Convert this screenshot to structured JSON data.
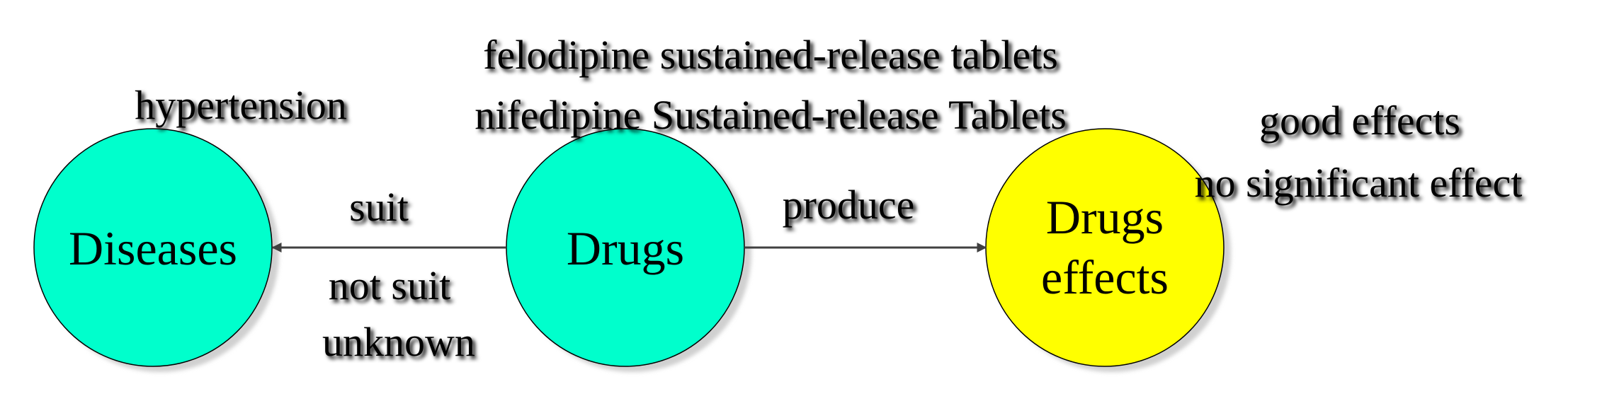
{
  "nodes": {
    "diseases": {
      "label": "Diseases",
      "color": "#00ffcc"
    },
    "drugs": {
      "label": "Drugs",
      "color": "#00ffcc"
    },
    "effects": {
      "line1": "Drugs",
      "line2": "effects",
      "color": "#ffff00"
    }
  },
  "annotations": {
    "hypertension": "hypertension",
    "drug1": "felodipine sustained-release tablets",
    "drug2": "nifedipine Sustained-release Tablets",
    "effect1": "good effects",
    "effect2": "no significant effect"
  },
  "edges": {
    "suit": "suit",
    "not_suit": "not suit",
    "unknown": "unknown",
    "produce": "produce"
  },
  "colors": {
    "stroke": "#000000",
    "arrow": "#404040"
  }
}
